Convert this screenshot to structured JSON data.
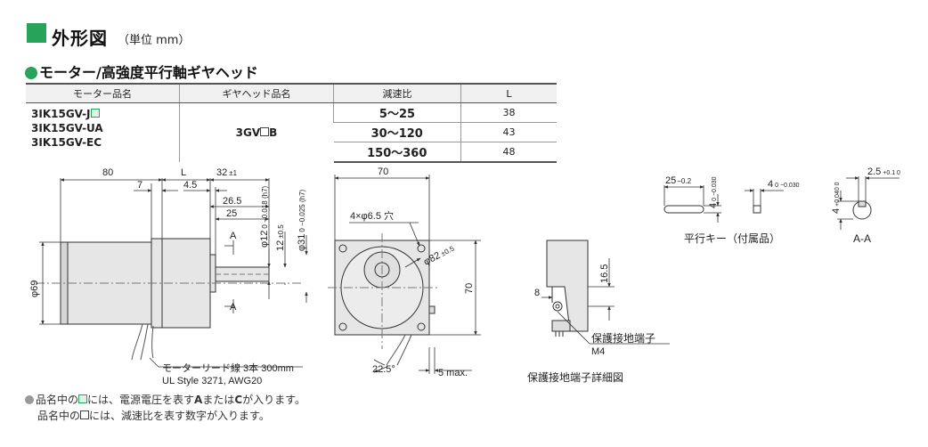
{
  "header": {
    "title": "外形図",
    "unit": "（単位 mm）"
  },
  "section": {
    "title": "モーター/高強度平行軸ギヤヘッド"
  },
  "spec_table": {
    "headers": [
      "モーター品名",
      "ギヤヘッド品名",
      "減速比",
      "L"
    ],
    "motors": [
      "3IK15GV-J",
      "3IK15GV-UA",
      "3IK15GV-EC"
    ],
    "gearhead": "3GV",
    "gearhead_suffix": "B",
    "rows": [
      {
        "ratio": "5～25",
        "L": "38"
      },
      {
        "ratio": "30～120",
        "L": "43"
      },
      {
        "ratio": "150～360",
        "L": "48"
      }
    ]
  },
  "drawing": {
    "dims": {
      "d80": "80",
      "dL": "L",
      "d32": "32",
      "d32tol": "±1",
      "d7": "7",
      "d45": "4.5",
      "d265": "26.5",
      "d25": "25",
      "dA": "A",
      "d12": "φ12",
      "d12tol": "0 −0.018 (h7)",
      "d12b": "12",
      "d12btol": "±0.5",
      "d31": "φ31",
      "d31tol": "0 −0.025 (h7)",
      "d69": "φ69",
      "d70top": "70",
      "d70side": "70",
      "holes": "4×φ6.5 穴",
      "d82": "φ82",
      "d82tol": "±0.5",
      "angle": "22.5°",
      "max5": "5 max.",
      "d165": "16.5",
      "d8": "8"
    },
    "lead_wire": "モーターリード線 3本 300mm",
    "lead_spec": "UL Style 3271, AWG20",
    "terminal_label": "保護接地端子",
    "terminal_size": "M4",
    "detail_caption": "保護接地端子詳細図",
    "key": {
      "len": "25",
      "lentol": "−0.2",
      "h": "4",
      "htol": "0 −0.030",
      "w": "4",
      "wtol": "0 −0.030",
      "caption": "平行キー（付属品）"
    },
    "aa": {
      "d25": "2.5",
      "d25tol": "+0.1 0",
      "d4": "4",
      "d4tol": "+0.040 0",
      "caption": "A-A"
    }
  },
  "notes": {
    "line1_a": "品名中の",
    "line1_b": "には、電源電圧を表す",
    "line1_A": "A",
    "line1_or": "または",
    "line1_C": "C",
    "line1_c": "が入ります。",
    "line2_a": "品名中の",
    "line2_b": "には、減速比を表す数字が入ります。"
  },
  "colors": {
    "accent": "#27a35a"
  }
}
